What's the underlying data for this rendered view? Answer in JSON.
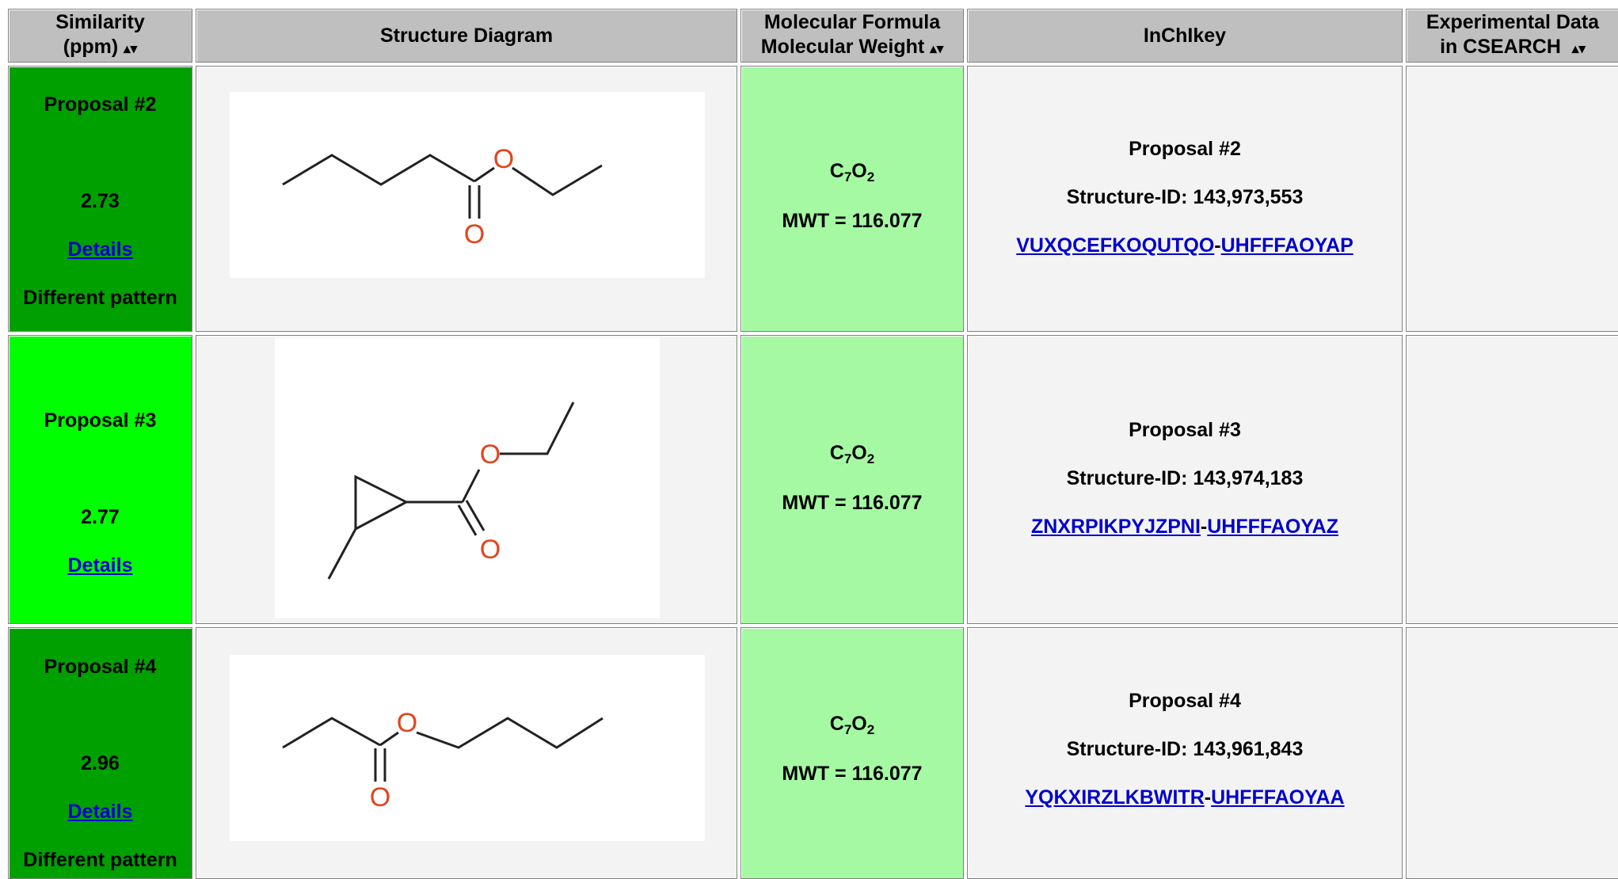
{
  "headers": {
    "similarity": {
      "line1": "Similarity",
      "line2": "(ppm)",
      "sort": "▴▾"
    },
    "structure": "Structure Diagram",
    "formula": {
      "line1": "Molecular Formula",
      "line2": "Molecular Weight",
      "sort": "▴▾"
    },
    "inchikey": "InChIkey",
    "experimental": {
      "line1": "Experimental Data",
      "line2": "in CSEARCH",
      "sort": "▴▾"
    }
  },
  "colors": {
    "header_bg": "#bfbfbf",
    "cell_bg": "#f3f3f3",
    "similarity_dark_green": "#00a000",
    "similarity_bright_green": "#00ff00",
    "formula_pale_green": "#a5f9a3",
    "link": "#0000cc",
    "bond": "#222222",
    "oxygen": "#e0461e"
  },
  "rows": [
    {
      "proposal": "Proposal #2",
      "similarity": "2.73",
      "details": "Details",
      "note": "Different pattern",
      "formula": {
        "c": "C",
        "c_sub": "7",
        "o": "O",
        "o_sub": "2"
      },
      "mwt": "MWT = 116.077",
      "inchi_title": "Proposal #2",
      "structure_id": "Structure-ID: 143,973,553",
      "inchikey_part1": "VUXQCEFKOQUTQO",
      "inchikey_sep": "-",
      "inchikey_part2": "UHFFFAOYAP",
      "atom_labels": [
        "O",
        "O"
      ]
    },
    {
      "proposal": "Proposal #3",
      "similarity": "2.77",
      "details": "Details",
      "note": "",
      "formula": {
        "c": "C",
        "c_sub": "7",
        "o": "O",
        "o_sub": "2"
      },
      "mwt": "MWT = 116.077",
      "inchi_title": "Proposal #3",
      "structure_id": "Structure-ID: 143,974,183",
      "inchikey_part1": "ZNXRPIKPYJZPNI",
      "inchikey_sep": "-",
      "inchikey_part2": "UHFFFAOYAZ",
      "atom_labels": [
        "O",
        "O"
      ]
    },
    {
      "proposal": "Proposal #4",
      "similarity": "2.96",
      "details": "Details",
      "note": "Different pattern",
      "formula": {
        "c": "C",
        "c_sub": "7",
        "o": "O",
        "o_sub": "2"
      },
      "mwt": "MWT = 116.077",
      "inchi_title": "Proposal #4",
      "structure_id": "Structure-ID: 143,961,843",
      "inchikey_part1": "YQKXIRZLKBWITR",
      "inchikey_sep": "-",
      "inchikey_part2": "UHFFFAOYAA",
      "atom_labels": [
        "O",
        "O"
      ]
    }
  ]
}
